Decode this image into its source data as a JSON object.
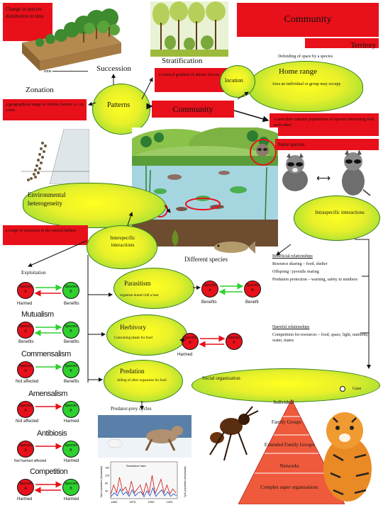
{
  "header": {
    "change_species_text": "Change in species distribution in time",
    "community_title": "Community"
  },
  "succession": {
    "label": "Succession",
    "time_label": "time"
  },
  "stratification": {
    "label": "Stratification",
    "desc": "a vertical gradient of abiotic factors"
  },
  "territory": {
    "label": "Territory",
    "desc": "Defending of space by a species"
  },
  "home_range": {
    "label": "Home range",
    "desc": "Area an individual or group may occupy"
  },
  "zonation": {
    "label": "Zonation",
    "desc": "a geographical range of Abiotic factors i.e. on a tree"
  },
  "patterns": {
    "label": "Patterns"
  },
  "community_center": {
    "label": "Community"
  },
  "location": {
    "label": "location"
  },
  "area_desc": "A area that contains populations of species interacting with each other",
  "same_species": "Same species",
  "env_het": {
    "label": "Environmental heterogeneity",
    "desc": "a range of resources in the natural habitat"
  },
  "intraspecific": {
    "label": "Intraspecific interactions"
  },
  "interspecific": {
    "label": "Interspecific interactions"
  },
  "different_species": "Different species",
  "exploitation": "Exploitation",
  "parasitism": {
    "label": "Parasitism",
    "desc": "organism doesn't kill a host"
  },
  "herbivory": {
    "label": "Herbivory",
    "desc": "Consuming plants for food"
  },
  "predation": {
    "label": "Predation",
    "desc": "killing of other organisms for food"
  },
  "predator_prey": "Predator-prey cycles",
  "beneficial": {
    "title": "Beneficial relationships",
    "items": [
      "Resource sharing – food, shelter",
      "Offspring / juvenile rearing",
      "Predation protection – warning, safety in numbers"
    ]
  },
  "harmful": {
    "title": "Harmful relationships",
    "desc": "Competition for resources – food, space, light, nutrients, water, mates"
  },
  "social": {
    "label": "Social organisation"
  },
  "gaze_label": "Gaze",
  "pyramid": [
    "Individual",
    "Family Groups",
    "Extended Family Groups",
    "Networks",
    "Complex super organisations"
  ],
  "relations": {
    "mutualism": "Mutualism",
    "commensalism": "Commensalism",
    "amensalism": "Amensalism",
    "antibiosis": "Antibiosis",
    "competition": "Competition"
  },
  "species_a": "Species A",
  "species_b": "Species B",
  "outcomes": {
    "harmed": "Harmed",
    "benefits": "Benefits",
    "not_affected": "Not affected",
    "not_harmed_affected": "Not harmed affected",
    "benefit": "Benefit"
  },
  "chart_data": {
    "type": "line",
    "title": "Snowshoe hare",
    "ylabel_left": "Hare population (thousands)",
    "ylabel_right": "Lynx population (thousands)",
    "x_ticks": [
      "1850",
      "1875",
      "1900",
      "1925"
    ],
    "y_ticks_left": [
      "160",
      "120",
      "80",
      "40"
    ],
    "xlim": [
      1845,
      1935
    ],
    "ylim": [
      0,
      160
    ],
    "series": [
      {
        "values_x": [
          1845,
          1849,
          1853,
          1857,
          1861,
          1865,
          1869,
          1873,
          1877,
          1881,
          1885,
          1889,
          1893,
          1897,
          1901,
          1905,
          1909,
          1913,
          1917,
          1921,
          1925,
          1929,
          1933
        ],
        "values_y": [
          20,
          70,
          30,
          110,
          40,
          60,
          25,
          90,
          30,
          50,
          70,
          20,
          80,
          30,
          120,
          25,
          60,
          100,
          30,
          70,
          25,
          50,
          30
        ]
      },
      {
        "values_x": [
          1845,
          1850,
          1854,
          1858,
          1862,
          1866,
          1870,
          1874,
          1878,
          1882,
          1886,
          1890,
          1894,
          1898,
          1902,
          1906,
          1910,
          1914,
          1918,
          1922,
          1926,
          1930,
          1934
        ],
        "values_y": [
          10,
          30,
          15,
          50,
          20,
          35,
          12,
          45,
          15,
          30,
          35,
          10,
          40,
          15,
          55,
          12,
          30,
          45,
          15,
          35,
          12,
          25,
          15
        ]
      }
    ]
  },
  "colors": {
    "red": "#e8101a",
    "yellow": "#ffff20",
    "green": "#2ed12e",
    "pyramid_red": "#ef5a3c"
  }
}
